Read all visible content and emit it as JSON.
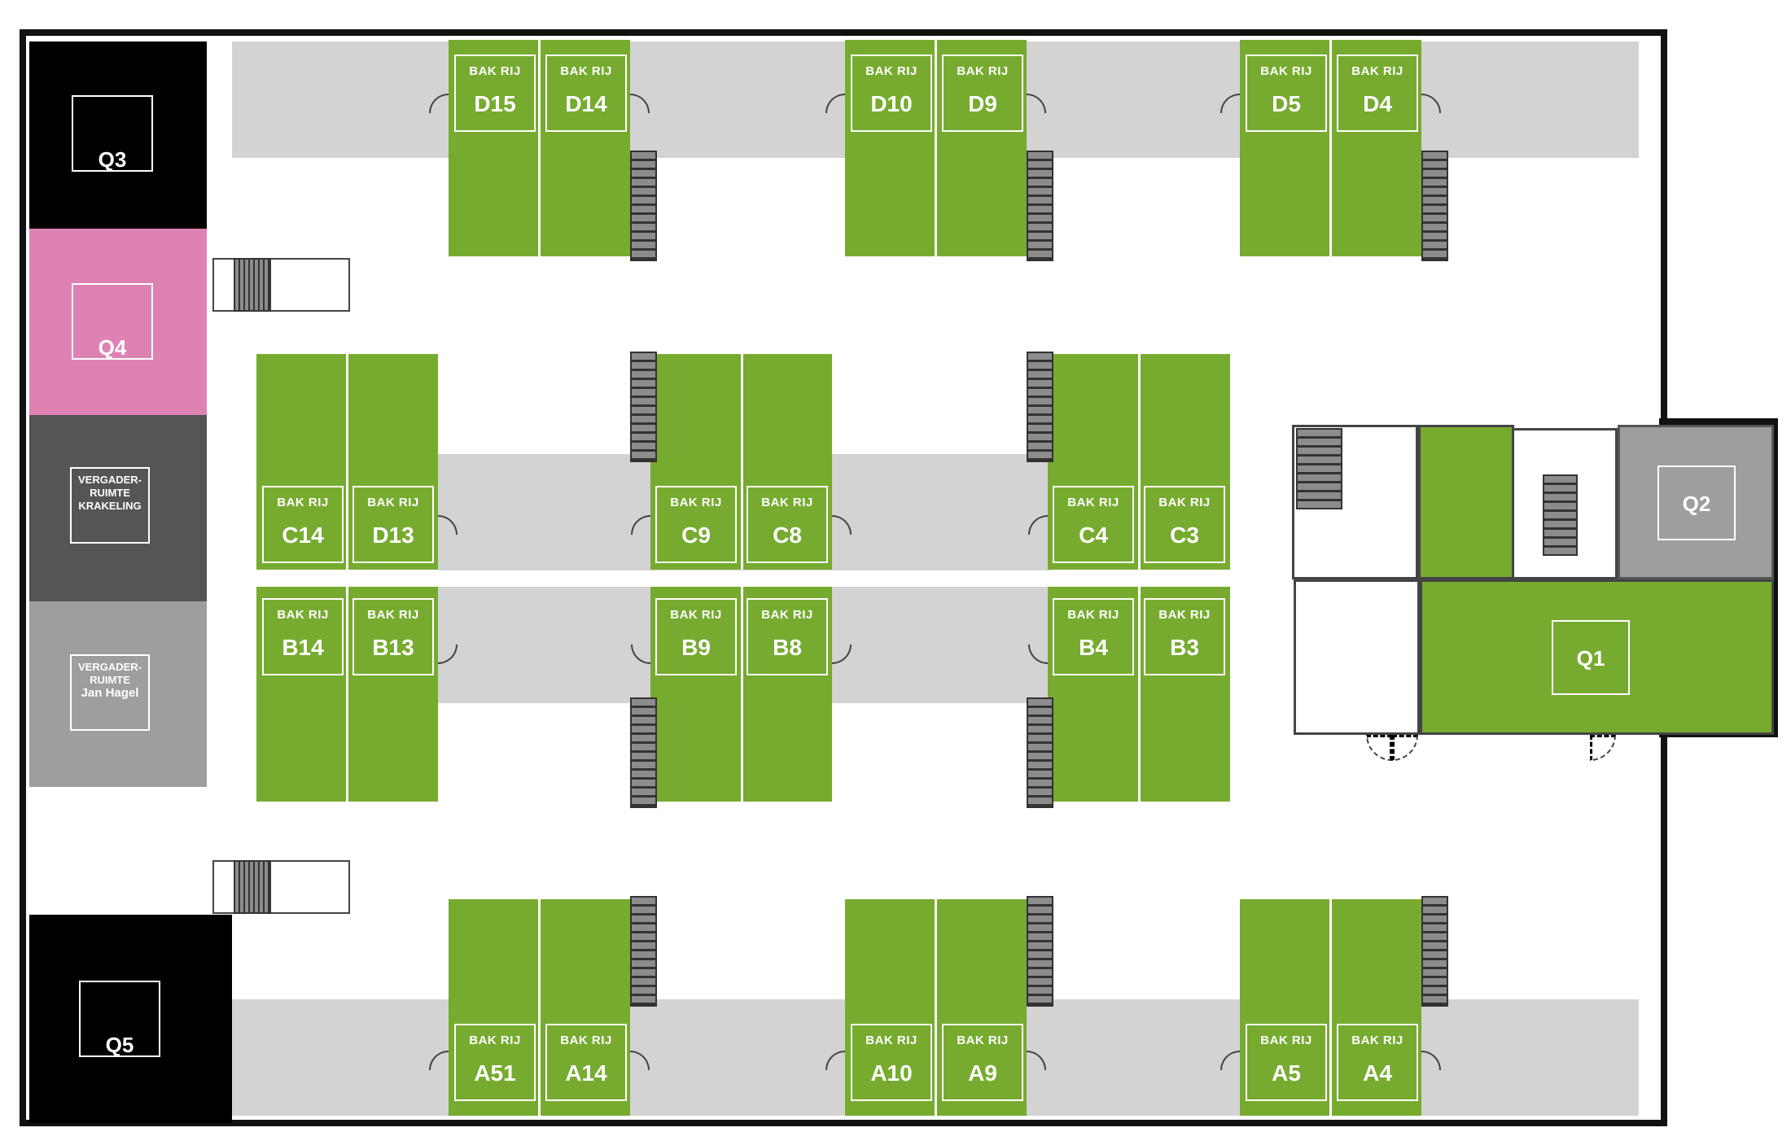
{
  "stand_top_text": "BAK RIJ",
  "zones": {
    "q1": "Q1",
    "q2": "Q2",
    "q3": "Q3",
    "q4": "Q4",
    "q5": "Q5"
  },
  "rooms": {
    "krakeling": {
      "line1": "VERGADER-",
      "line2": "RUIMTE",
      "line3": "KRAKELING"
    },
    "jan_hagel": {
      "line1": "VERGADER-",
      "line2": "RUIMTE",
      "line3": "Jan Hagel"
    }
  },
  "stands": {
    "D15": "D15",
    "D14": "D14",
    "D10": "D10",
    "D9": "D9",
    "D5": "D5",
    "D4": "D4",
    "C14": "C14",
    "C13": "D13",
    "C9": "C9",
    "C8": "C8",
    "C4": "C4",
    "C3": "C3",
    "B14": "B14",
    "B13": "B13",
    "B9": "B9",
    "B8": "B8",
    "B4": "B4",
    "B3": "B3",
    "A51": "A51",
    "A14": "A14",
    "A10": "A10",
    "A9": "A9",
    "A5": "A5",
    "A4": "A4"
  },
  "colors": {
    "stand_green": "#76ab30",
    "aisle_gray": "#d3d3d3",
    "q3_q5_black": "#000000",
    "q4_pink": "#de82b3",
    "krakeling_dark": "#555555",
    "jan_hagel_gray": "#9e9e9e",
    "q2_gray": "#9e9e9e",
    "outline": "#111111"
  }
}
